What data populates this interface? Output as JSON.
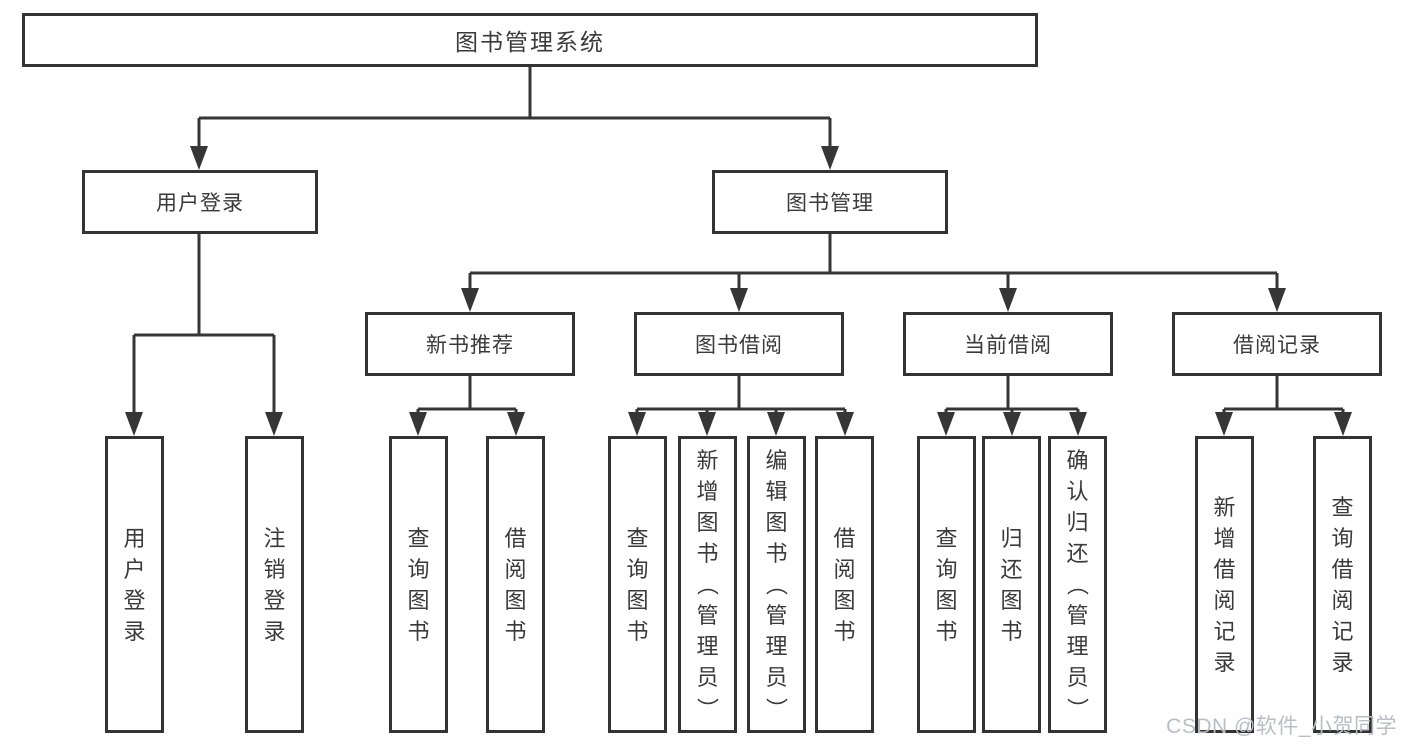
{
  "diagram_title": "图书管理系统",
  "tree": {
    "label": "图书管理系统",
    "children": [
      {
        "label": "用户登录",
        "children": [
          {
            "label": "用户登录"
          },
          {
            "label": "注销登录"
          }
        ]
      },
      {
        "label": "图书管理",
        "children": [
          {
            "label": "新书推荐",
            "children": [
              {
                "label": "查询图书"
              },
              {
                "label": "借阅图书"
              }
            ]
          },
          {
            "label": "图书借阅",
            "children": [
              {
                "label": "查询图书"
              },
              {
                "label": "新增图书（管理员）"
              },
              {
                "label": "编辑图书（管理员）"
              },
              {
                "label": "借阅图书"
              }
            ]
          },
          {
            "label": "当前借阅",
            "children": [
              {
                "label": "查询图书"
              },
              {
                "label": "归还图书"
              },
              {
                "label": "确认归还（管理员）"
              }
            ]
          },
          {
            "label": "借阅记录",
            "children": [
              {
                "label": "新增借阅记录"
              },
              {
                "label": "查询借阅记录"
              }
            ]
          }
        ]
      }
    ]
  },
  "watermark": {
    "text": "CSDN @软件_小贺同学"
  },
  "colors": {
    "line": "#363636",
    "box_border": "#333333",
    "text": "#3a3a3a",
    "watermark": "#b9bec5",
    "background": "#ffffff"
  }
}
